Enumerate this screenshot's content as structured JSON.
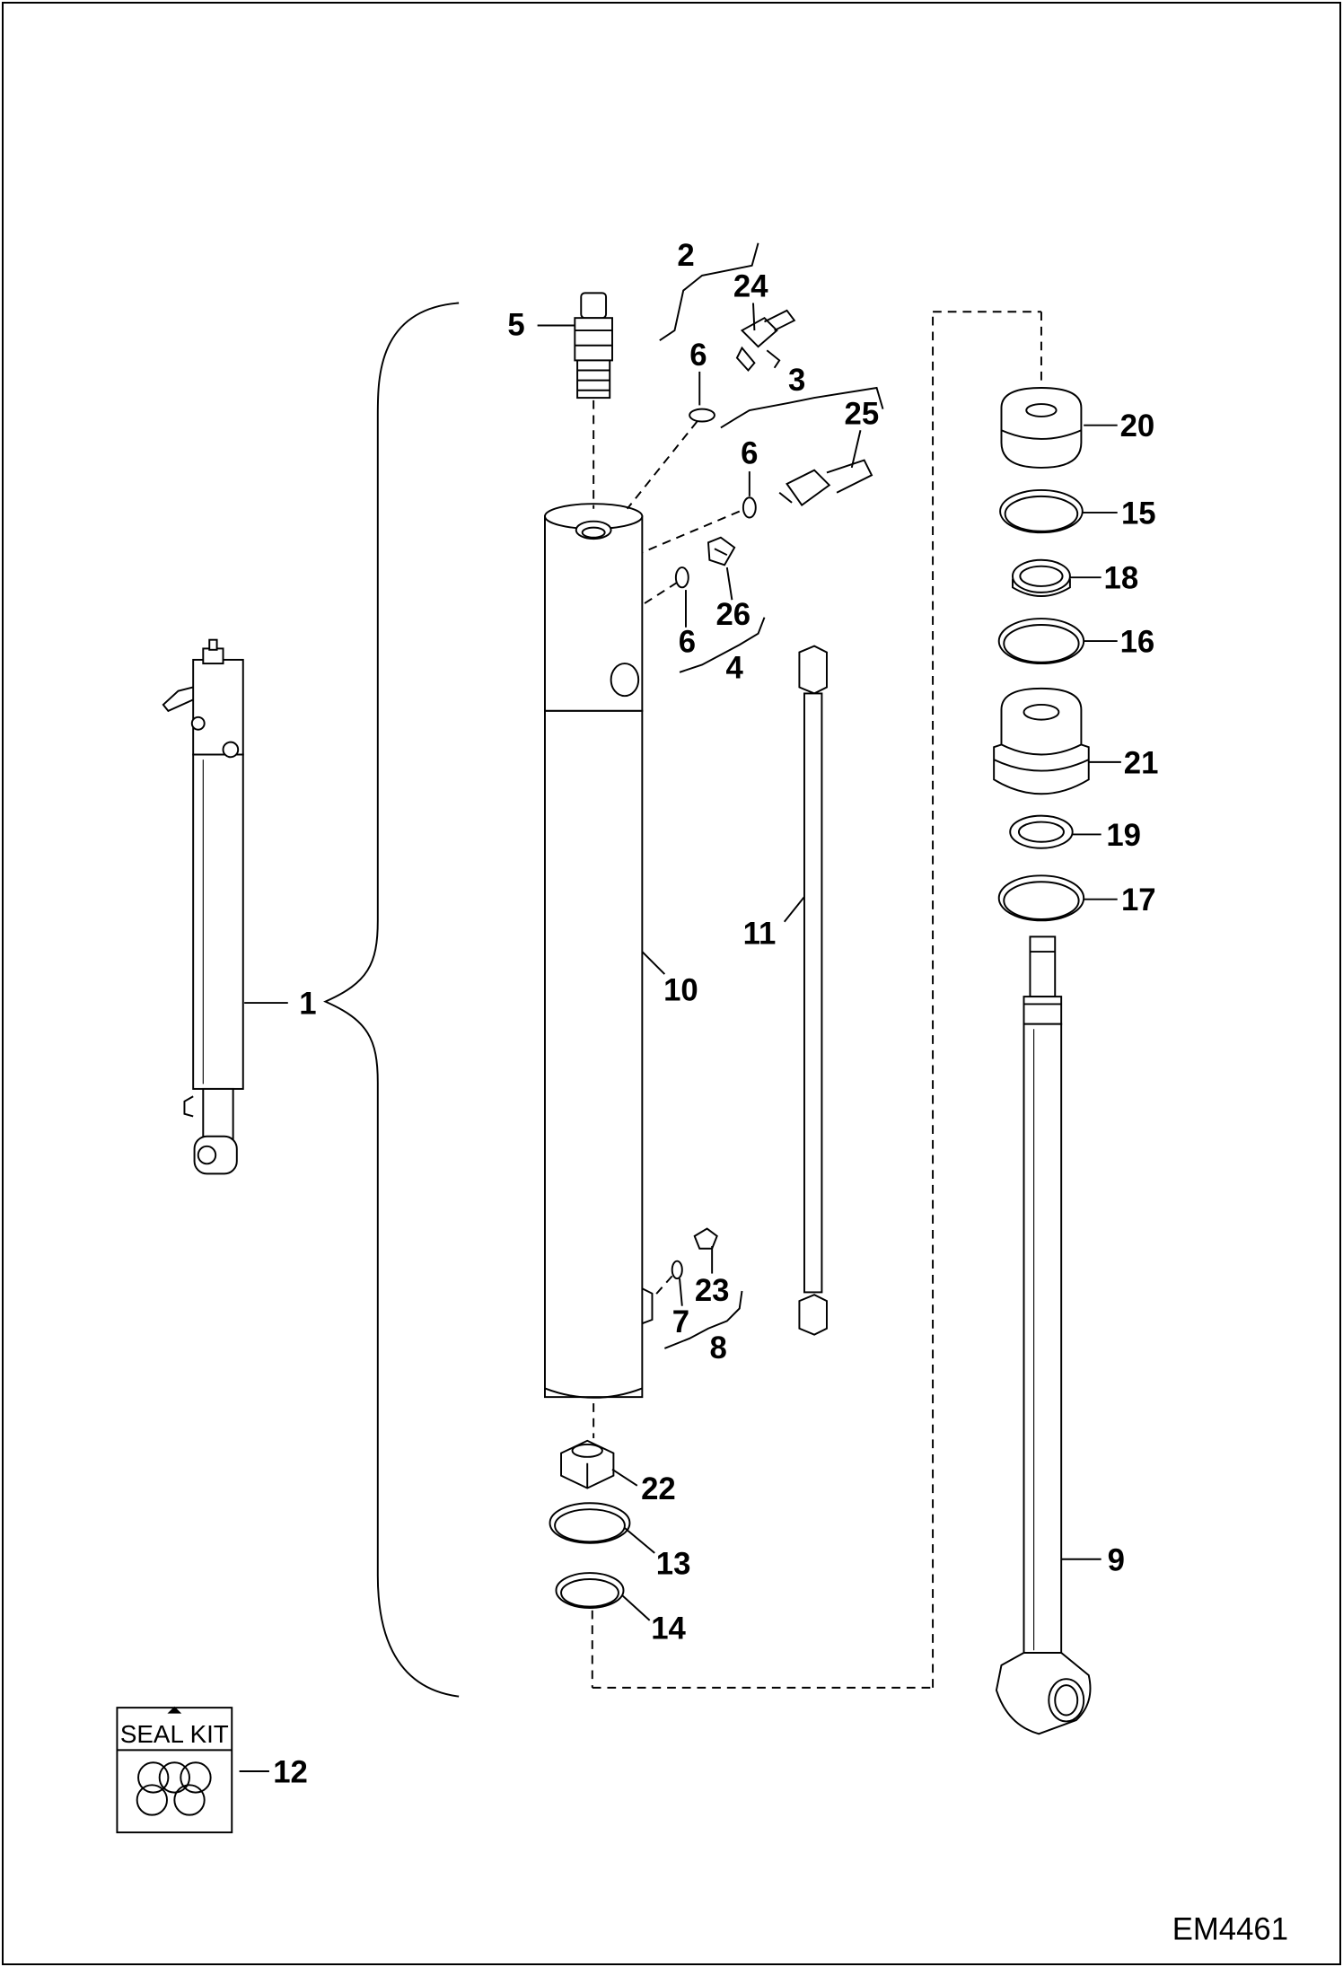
{
  "drawing_code": "EM4461",
  "seal_kit_label": "SEAL KIT",
  "callouts": [
    {
      "id": "1",
      "text": "1"
    },
    {
      "id": "2",
      "text": "2"
    },
    {
      "id": "3",
      "text": "3"
    },
    {
      "id": "4",
      "text": "4"
    },
    {
      "id": "5",
      "text": "5"
    },
    {
      "id": "6a",
      "text": "6"
    },
    {
      "id": "6b",
      "text": "6"
    },
    {
      "id": "6c",
      "text": "6"
    },
    {
      "id": "7",
      "text": "7"
    },
    {
      "id": "8",
      "text": "8"
    },
    {
      "id": "9",
      "text": "9"
    },
    {
      "id": "10",
      "text": "10"
    },
    {
      "id": "11",
      "text": "11"
    },
    {
      "id": "12",
      "text": "12"
    },
    {
      "id": "13",
      "text": "13"
    },
    {
      "id": "14",
      "text": "14"
    },
    {
      "id": "15",
      "text": "15"
    },
    {
      "id": "16",
      "text": "16"
    },
    {
      "id": "17",
      "text": "17"
    },
    {
      "id": "18",
      "text": "18"
    },
    {
      "id": "19",
      "text": "19"
    },
    {
      "id": "20",
      "text": "20"
    },
    {
      "id": "21",
      "text": "21"
    },
    {
      "id": "22",
      "text": "22"
    },
    {
      "id": "23",
      "text": "23"
    },
    {
      "id": "24",
      "text": "24"
    },
    {
      "id": "25",
      "text": "25"
    },
    {
      "id": "26",
      "text": "26"
    }
  ]
}
